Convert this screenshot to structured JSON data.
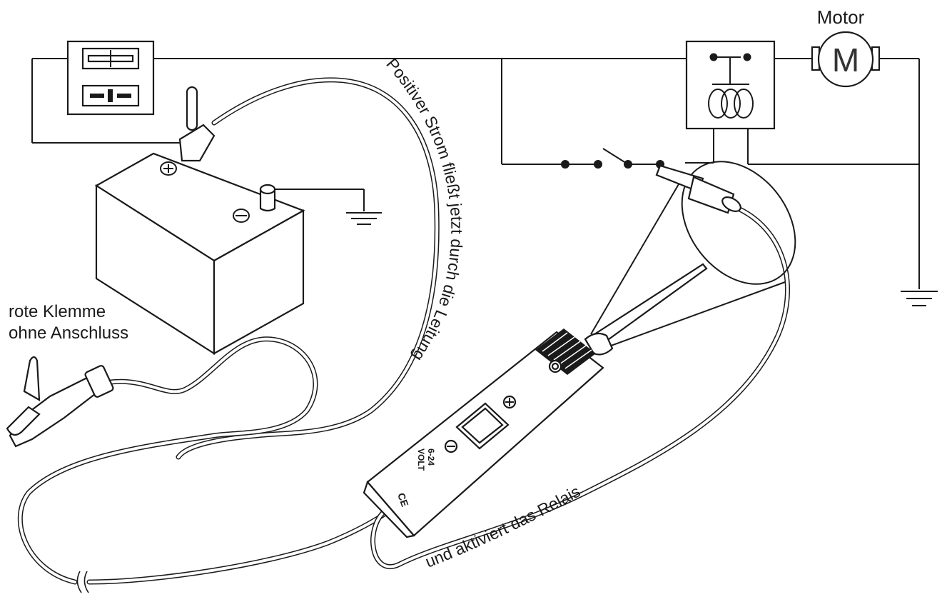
{
  "labels": {
    "motor": "Motor",
    "motor_symbol": "M",
    "red_clamp_line1": "rote Klemme",
    "red_clamp_line2": "ohne Anschluss",
    "positive_current": "Positiver Strom fließt jetzt durch die Leitung",
    "activates_relay": "und aktiviert das Relais",
    "tester_voltage_line1": "6-24",
    "tester_voltage_line2": "VOLT",
    "tester_ce_mark": "CE"
  },
  "icons": {
    "battery_plus": "plus-terminal-icon",
    "battery_minus": "minus-terminal-icon",
    "ground": "ground-icon",
    "motor": "motor-icon",
    "relay_coil": "coil-icon",
    "switch": "switch-icon"
  }
}
